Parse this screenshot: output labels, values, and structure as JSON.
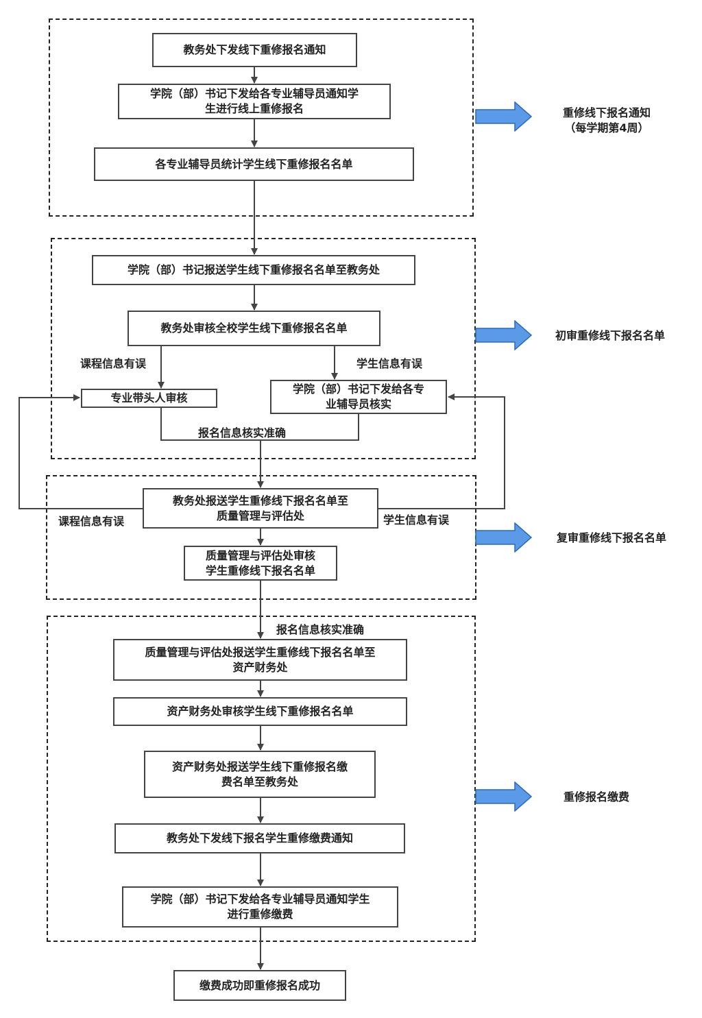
{
  "colors": {
    "line": "#444444",
    "arrow_fill": "#5b9ae6",
    "arrow_stroke": "#2a6ab8"
  },
  "nodes": {
    "n1": "教务处下发线下重修报名通知",
    "n2": "学院（部）书记下发给各专业辅导员通知学\n生进行线上重修报名",
    "n3": "各专业辅导员统计学生线下重修报名名单",
    "n4": "学院（部）书记报送学生线下重修报名名单至教务处",
    "n5": "教务处审核全校学生线下重修报名名单",
    "n6": "专业带头人审核",
    "n7": "学院（部）书记下发给各专\n业辅导员核实",
    "n8": "教务处报送学生重修线下报名名单至\n质量管理与评估处",
    "n9": "质量管理与评估处审核\n学生重修线下报名名单",
    "n10": "质量管理与评估处报送学生重修线下报名名单至\n资产财务处",
    "n11": "资产财务处审核学生线下重修报名名单",
    "n12": "资产财务处报送学生线下重修报名缴\n费名单至教务处",
    "n13": "教务处下发线下报名学生重修缴费通知",
    "n14": "学院（部）书记下发给各专业辅导员通知学生\n进行重修缴费",
    "n15": "缴费成功即重修报名成功"
  },
  "edge_labels": {
    "course_err_1": "课程信息有误",
    "student_err_1": "学生信息有误",
    "verified_1": "报名信息核实准确",
    "course_err_2": "课程信息有误",
    "student_err_2": "学生信息有误",
    "verified_2": "报名信息核实准确"
  },
  "stages": {
    "s1": "重修线下报名通知\n（每学期第4周）",
    "s2": "初审重修线下报名名单",
    "s3": "复审重修线下报名名单",
    "s4": "重修报名缴费"
  }
}
